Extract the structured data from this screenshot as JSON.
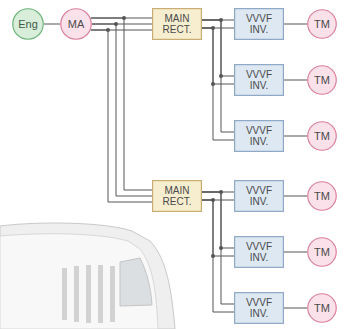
{
  "diagram": {
    "nodes": [
      {
        "text": [
          "Eng"
        ]
      },
      {
        "text": [
          "MA"
        ]
      },
      {
        "text": [
          "MAIN RECT."
        ]
      },
      {
        "text": [
          "VVVF INV."
        ]
      },
      {
        "text": [
          "TM"
        ]
      },
      {
        "text": [
          "VVVF INV."
        ]
      },
      {
        "text": [
          "TM"
        ]
      },
      {
        "text": [
          "VVVF INV."
        ]
      },
      {
        "text": [
          "TM"
        ]
      },
      {
        "text": [
          "MAIN RECT."
        ]
      },
      {
        "text": [
          "VVVF INV."
        ]
      },
      {
        "text": [
          "TM"
        ]
      },
      {
        "text": [
          "VVVF INV."
        ]
      },
      {
        "text": [
          "TM"
        ]
      },
      {
        "text": [
          "VVVF INV."
        ]
      },
      {
        "text": [
          "TM"
        ]
      }
    ],
    "edges": [
      {
        "from": 0,
        "to": 1,
        "arrow": "none"
      },
      {
        "from": 1,
        "to": 2,
        "arrow": "none"
      },
      {
        "from": 1,
        "to": 9,
        "arrow": "none"
      },
      {
        "from": 2,
        "to": 3,
        "arrow": "none"
      },
      {
        "from": 2,
        "to": 5,
        "arrow": "none"
      },
      {
        "from": 2,
        "to": 7,
        "arrow": "none"
      },
      {
        "from": 9,
        "to": 10,
        "arrow": "none"
      },
      {
        "from": 9,
        "to": 12,
        "arrow": "none"
      },
      {
        "from": 9,
        "to": 14,
        "arrow": "none"
      },
      {
        "from": 3,
        "to": 4,
        "arrow": "none"
      },
      {
        "from": 5,
        "to": 6,
        "arrow": "none"
      },
      {
        "from": 7,
        "to": 8,
        "arrow": "none"
      },
      {
        "from": 10,
        "to": 11,
        "arrow": "none"
      },
      {
        "from": 12,
        "to": 13,
        "arrow": "none"
      },
      {
        "from": 14,
        "to": 15,
        "arrow": "none"
      }
    ]
  }
}
